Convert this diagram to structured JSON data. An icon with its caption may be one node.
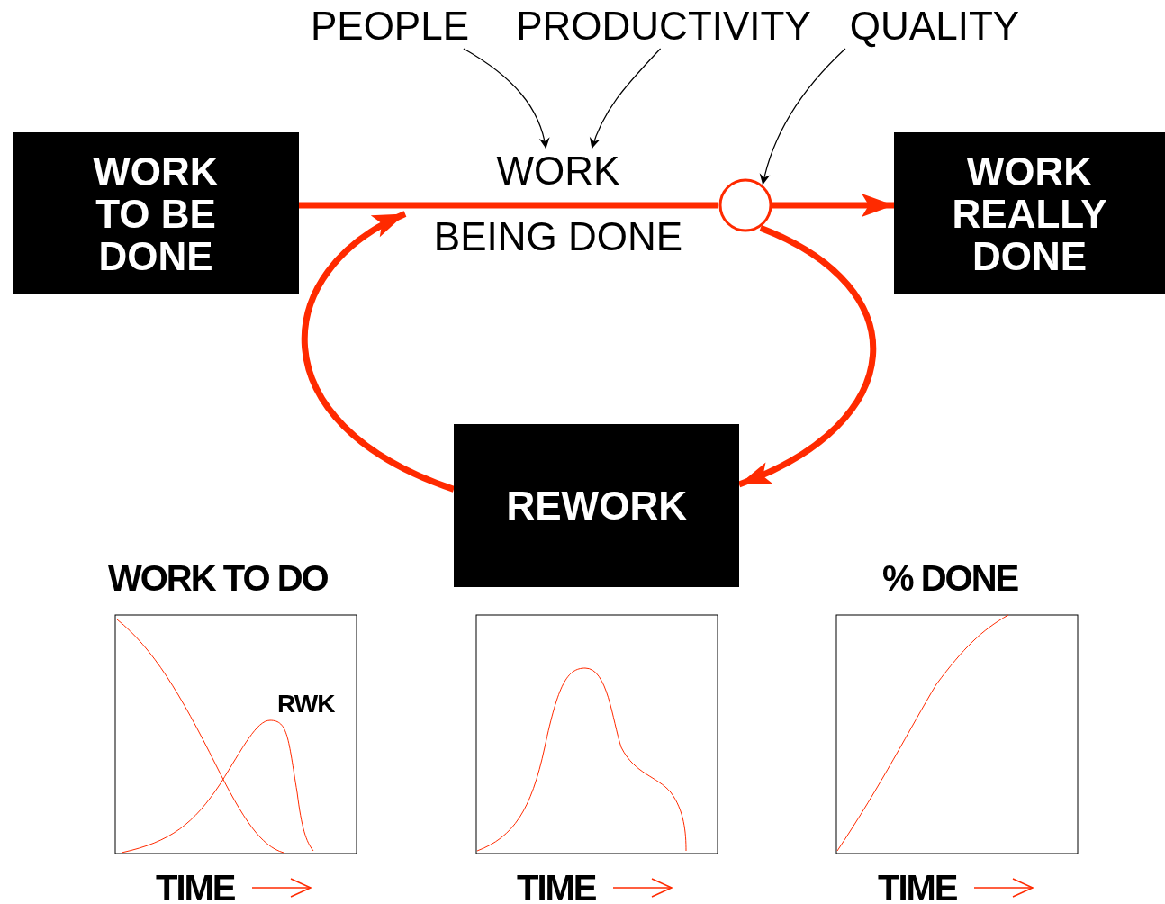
{
  "diagram": {
    "nodes": [
      {
        "text": [
          "WORK TO BE DONE"
        ]
      },
      {
        "text": [
          "WORK",
          "BEING DONE"
        ]
      },
      {
        "text": [
          "WORK REALLY DONE"
        ]
      },
      {
        "text": [
          "REWORK"
        ]
      },
      {
        "text": [
          "PEOPLE"
        ]
      },
      {
        "text": [
          "PRODUCTIVITY"
        ]
      },
      {
        "text": [
          "QUALITY"
        ]
      },
      {
        "text": [],
        "shape": "circle"
      }
    ],
    "edges": [
      {
        "from": 0,
        "to": 7,
        "arrow": "none"
      },
      {
        "from": 4,
        "to": 1,
        "arrow": "to",
        "color": "#000000"
      },
      {
        "from": 5,
        "to": 1,
        "arrow": "to",
        "color": "#000000"
      },
      {
        "from": 6,
        "to": 7,
        "arrow": "to",
        "color": "#000000"
      },
      {
        "from": 7,
        "to": 2,
        "arrow": "to"
      },
      {
        "from": 7,
        "to": 3,
        "arrow": "to"
      },
      {
        "from": 3,
        "to": 1,
        "arrow": "to"
      }
    ],
    "labels": [
      "WORK TO DO",
      "% DONE",
      "RWK",
      "TIME",
      "TIME",
      "TIME"
    ]
  }
}
